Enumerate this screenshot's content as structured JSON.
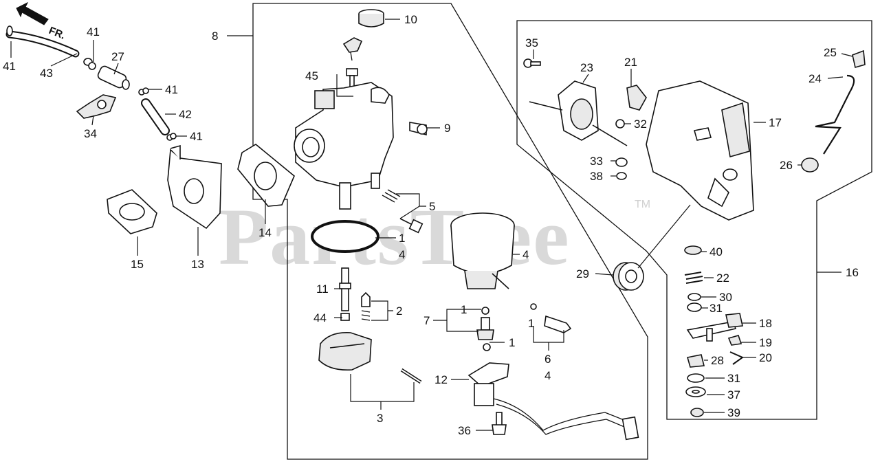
{
  "watermark": {
    "text": "PartsTree",
    "trademark": "TM"
  },
  "direction": {
    "label": "FR."
  },
  "callouts": [
    {
      "key": "c41a",
      "label": "41"
    },
    {
      "key": "c43",
      "label": "43"
    },
    {
      "key": "c41b",
      "label": "41"
    },
    {
      "key": "c27",
      "label": "27"
    },
    {
      "key": "c34",
      "label": "34"
    },
    {
      "key": "c41c",
      "label": "41"
    },
    {
      "key": "c42",
      "label": "42"
    },
    {
      "key": "c41d",
      "label": "41"
    },
    {
      "key": "c8",
      "label": "8"
    },
    {
      "key": "c10",
      "label": "10"
    },
    {
      "key": "c45",
      "label": "45"
    },
    {
      "key": "c9",
      "label": "9"
    },
    {
      "key": "c5",
      "label": "5"
    },
    {
      "key": "c14",
      "label": "14"
    },
    {
      "key": "c15",
      "label": "15"
    },
    {
      "key": "c13",
      "label": "13"
    },
    {
      "key": "c1a",
      "label": "1"
    },
    {
      "key": "c4a",
      "label": "4"
    },
    {
      "key": "c4b",
      "label": "4"
    },
    {
      "key": "c11",
      "label": "11"
    },
    {
      "key": "c44",
      "label": "44"
    },
    {
      "key": "c2",
      "label": "2"
    },
    {
      "key": "c7",
      "label": "7"
    },
    {
      "key": "c1b",
      "label": "1"
    },
    {
      "key": "c1c",
      "label": "1"
    },
    {
      "key": "c1d",
      "label": "1"
    },
    {
      "key": "c6",
      "label": "6"
    },
    {
      "key": "c4c",
      "label": "4"
    },
    {
      "key": "c12",
      "label": "12"
    },
    {
      "key": "c3",
      "label": "3"
    },
    {
      "key": "c36",
      "label": "36"
    },
    {
      "key": "c35",
      "label": "35"
    },
    {
      "key": "c23",
      "label": "23"
    },
    {
      "key": "c21",
      "label": "21"
    },
    {
      "key": "c32",
      "label": "32"
    },
    {
      "key": "c33",
      "label": "33"
    },
    {
      "key": "c38",
      "label": "38"
    },
    {
      "key": "c17",
      "label": "17"
    },
    {
      "key": "c25",
      "label": "25"
    },
    {
      "key": "c24",
      "label": "24"
    },
    {
      "key": "c26",
      "label": "26"
    },
    {
      "key": "c29",
      "label": "29"
    },
    {
      "key": "c40",
      "label": "40"
    },
    {
      "key": "c22",
      "label": "22"
    },
    {
      "key": "c30",
      "label": "30"
    },
    {
      "key": "c31a",
      "label": "31"
    },
    {
      "key": "c18",
      "label": "18"
    },
    {
      "key": "c19",
      "label": "19"
    },
    {
      "key": "c28",
      "label": "28"
    },
    {
      "key": "c20",
      "label": "20"
    },
    {
      "key": "c31b",
      "label": "31"
    },
    {
      "key": "c37",
      "label": "37"
    },
    {
      "key": "c39",
      "label": "39"
    },
    {
      "key": "c16",
      "label": "16"
    }
  ]
}
